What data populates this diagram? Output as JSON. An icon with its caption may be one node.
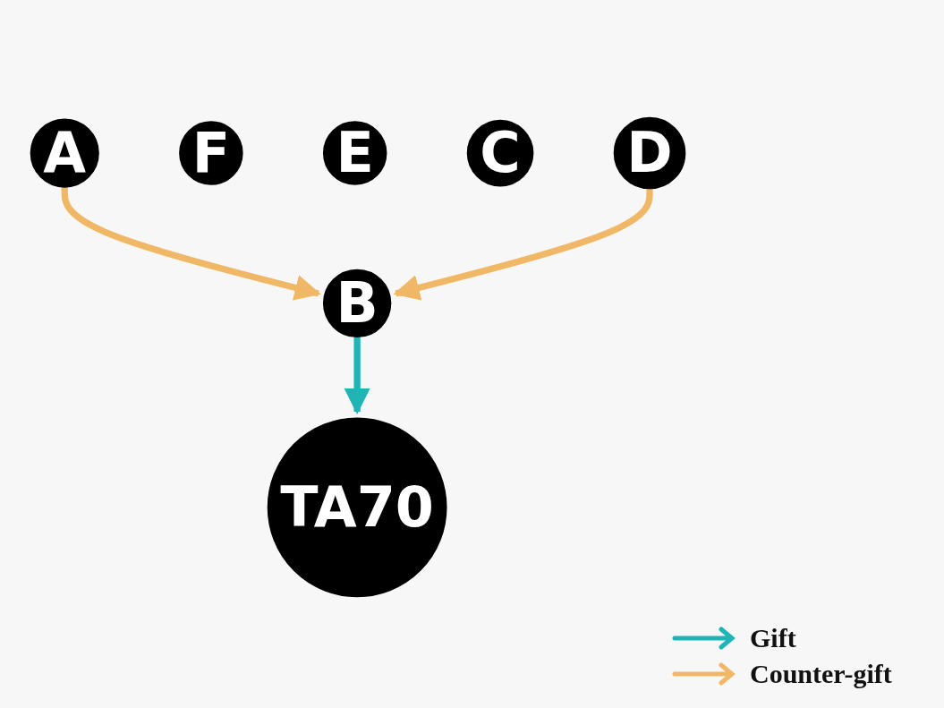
{
  "diagram": {
    "nodes": [
      {
        "text": [
          "A"
        ]
      },
      {
        "text": [
          "F"
        ]
      },
      {
        "text": [
          "B"
        ]
      },
      {
        "text": [
          "TA70"
        ]
      },
      {
        "text": [
          "E"
        ]
      },
      {
        "text": [
          "C"
        ]
      },
      {
        "text": [
          "D"
        ]
      }
    ],
    "edges": [
      {
        "from": 0,
        "to": 2,
        "arrow": "to",
        "color": "#f0b866"
      },
      {
        "from": 2,
        "to": 3,
        "arrow": "to",
        "color": "#1fb5b5"
      },
      {
        "from": 6,
        "to": 2,
        "arrow": "to",
        "color": "#f0b866"
      }
    ],
    "legend": [
      {
        "text": "Gift",
        "color": "#1fb5b5"
      },
      {
        "text": "Counter-gift",
        "color": "#f0b866"
      }
    ]
  }
}
